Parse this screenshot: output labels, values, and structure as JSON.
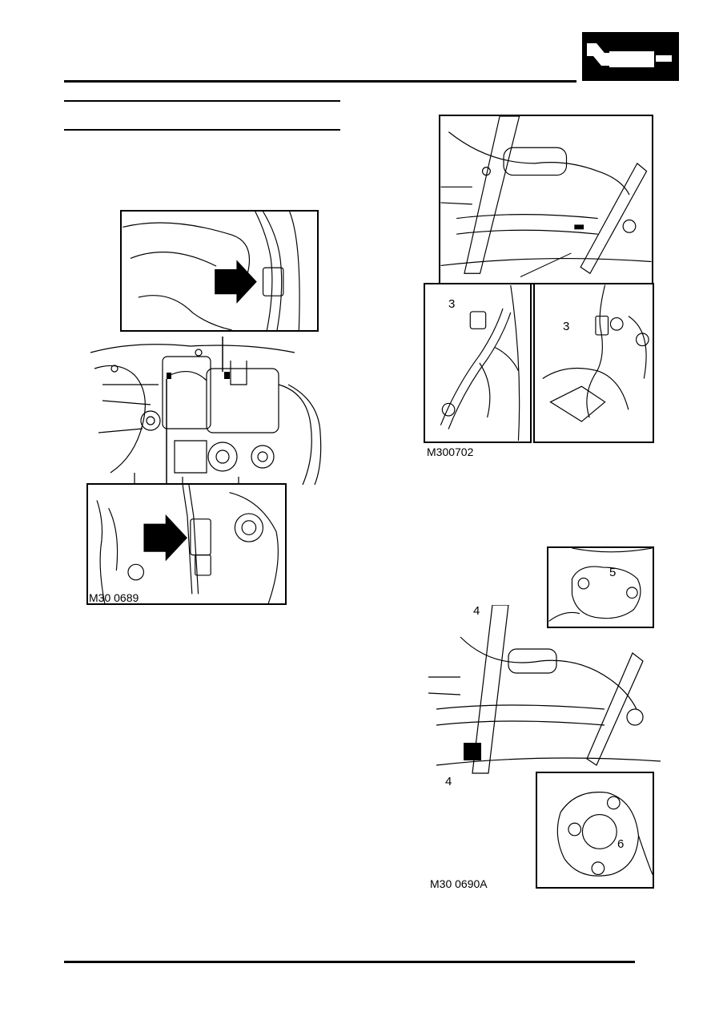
{
  "figures": {
    "fig_left": {
      "code": "M30 0689"
    },
    "fig_right_top": {
      "code": "M300702",
      "callouts": [
        "3",
        "3"
      ]
    },
    "fig_right_bottom": {
      "code": "M30 0690A",
      "callouts": [
        "4",
        "4",
        "5",
        "6"
      ]
    }
  }
}
